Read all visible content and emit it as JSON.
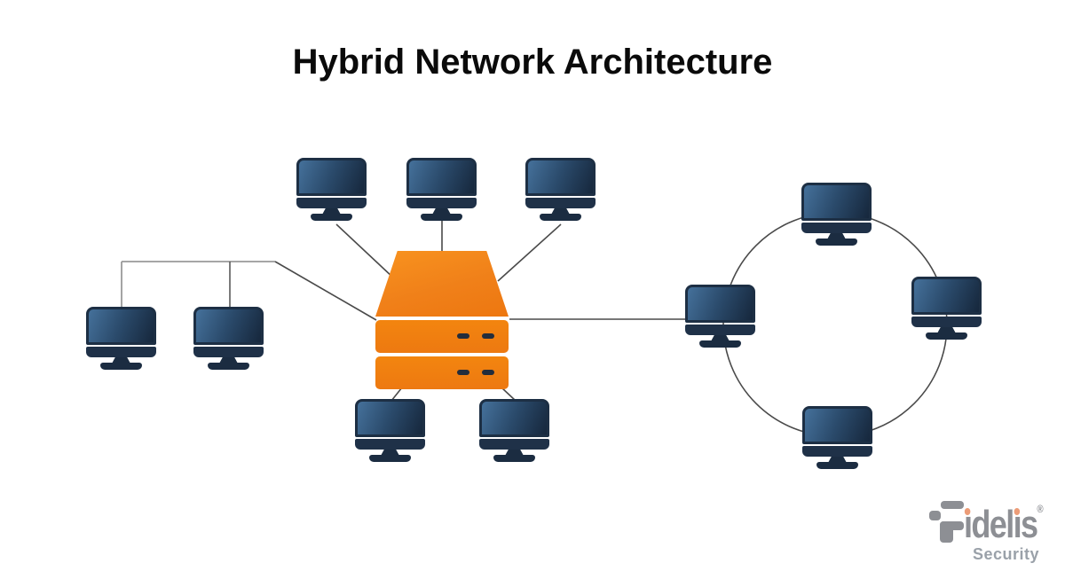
{
  "title": "Hybrid Network Architecture",
  "logo": {
    "brand": "Fidelis",
    "i1": "ı",
    "mid": "del",
    "i2": "ı",
    "end": "s",
    "registered": "®",
    "tagline": "Security"
  },
  "diagram": {
    "hub": {
      "id": "central-server-hub",
      "type": "server-switch",
      "color": "#F08019",
      "rack_units": 2
    },
    "groups": [
      {
        "name": "star-topology",
        "hub": "central-server-hub",
        "nodes": [
          "star-workstation-top-left",
          "star-workstation-top-center",
          "star-workstation-top-right",
          "star-workstation-bottom-left",
          "star-workstation-bottom-right"
        ]
      },
      {
        "name": "bus-topology",
        "nodes": [
          "bus-workstation-1",
          "bus-workstation-2"
        ]
      },
      {
        "name": "ring-topology",
        "nodes": [
          "ring-workstation-top",
          "ring-workstation-right",
          "ring-workstation-bottom",
          "ring-workstation-left"
        ]
      }
    ],
    "links": [
      "bus-segment to central-server-hub",
      "central-server-hub to ring-workstation-left",
      "ring circle connecting 4 ring workstations"
    ],
    "colors": {
      "workstation_navy": "#1E3247",
      "screen_blue": "#3E6A94",
      "hub_orange": "#F08019",
      "link_line": "#4A4A4A",
      "bus_line": "#9A9A9A"
    }
  }
}
